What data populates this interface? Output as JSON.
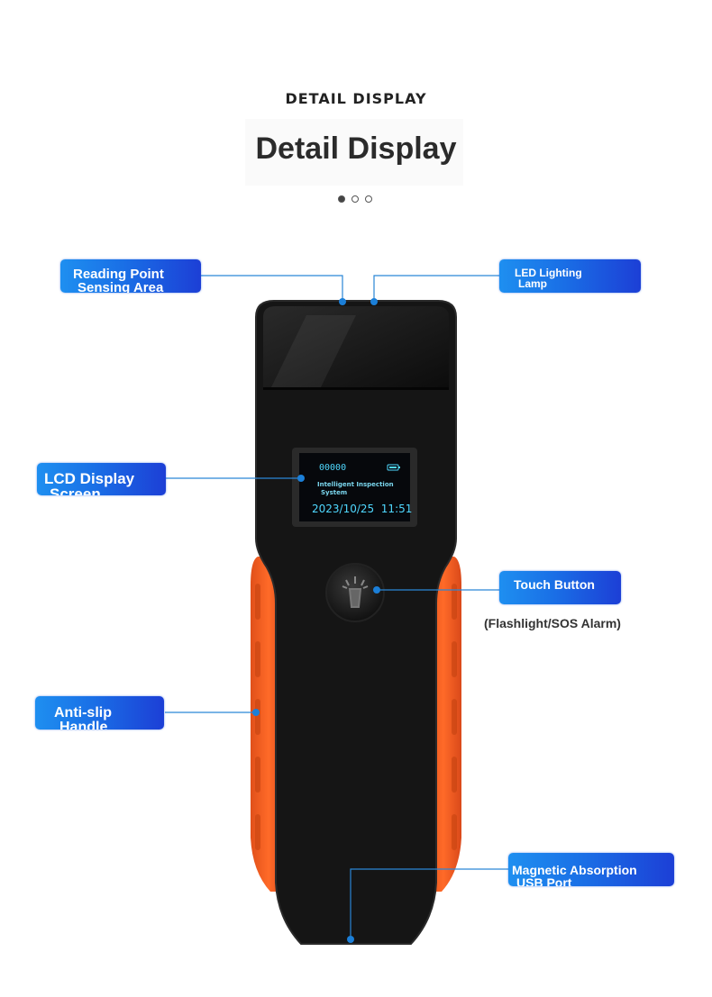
{
  "header": {
    "eyebrow": "DETAIL DISPLAY",
    "title": "Detail Display",
    "carousel": {
      "count": 3,
      "active_index": 0
    }
  },
  "callouts": {
    "reading_point": {
      "line1": "Reading Point",
      "line2": "Sensing Area"
    },
    "led_lamp": {
      "line1": "LED Lighting",
      "line2": "Lamp"
    },
    "lcd_screen": {
      "line1": "LCD Display",
      "line2": "Screen"
    },
    "touch_button": {
      "line1": "Touch Button",
      "note": "(Flashlight/SOS Alarm)"
    },
    "anti_slip": {
      "line1": "Anti-slip",
      "line2": "Handle"
    },
    "usb_port": {
      "line1": "Magnetic Absorption",
      "line2": "USB Port"
    }
  },
  "lcd": {
    "counter": "00000",
    "system_line1": "Intelligent Inspection",
    "system_line2": "System",
    "datetime": "2023/10/25  11:51"
  },
  "colors": {
    "label_blue": "#1a6fe6",
    "line_blue": "#2a86d6",
    "device_body": "#141414",
    "grip_orange": "#f0581e",
    "lcd_text": "#4fd8ff"
  }
}
